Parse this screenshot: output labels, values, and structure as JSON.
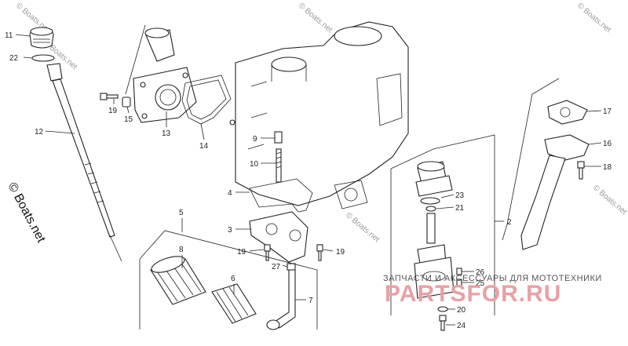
{
  "watermark": {
    "corner_text": "© Boats.net",
    "left_text": "© Boats.net",
    "ru_small": "ЗАПЧАСТИ И АКСЕССУАРЫ ДЛЯ МОТОТЕХНИКИ",
    "ru_big": "PARTSFOR.RU"
  },
  "callouts": [
    {
      "id": "11",
      "label": "11"
    },
    {
      "id": "22",
      "label": "22"
    },
    {
      "id": "12",
      "label": "12"
    },
    {
      "id": "19a",
      "label": "19"
    },
    {
      "id": "15",
      "label": "15"
    },
    {
      "id": "13",
      "label": "13"
    },
    {
      "id": "14",
      "label": "14"
    },
    {
      "id": "9",
      "label": "9"
    },
    {
      "id": "10",
      "label": "10"
    },
    {
      "id": "4",
      "label": "4"
    },
    {
      "id": "3",
      "label": "3"
    },
    {
      "id": "5",
      "label": "5"
    },
    {
      "id": "8",
      "label": "8"
    },
    {
      "id": "6",
      "label": "6"
    },
    {
      "id": "19b",
      "label": "19"
    },
    {
      "id": "27",
      "label": "27"
    },
    {
      "id": "19c",
      "label": "19"
    },
    {
      "id": "7",
      "label": "7"
    },
    {
      "id": "17",
      "label": "17"
    },
    {
      "id": "16",
      "label": "16"
    },
    {
      "id": "18",
      "label": "18"
    },
    {
      "id": "2",
      "label": "2"
    },
    {
      "id": "23",
      "label": "23"
    },
    {
      "id": "21",
      "label": "21"
    },
    {
      "id": "26",
      "label": "26"
    },
    {
      "id": "25",
      "label": "25"
    },
    {
      "id": "20",
      "label": "20"
    },
    {
      "id": "24",
      "label": "24"
    }
  ]
}
